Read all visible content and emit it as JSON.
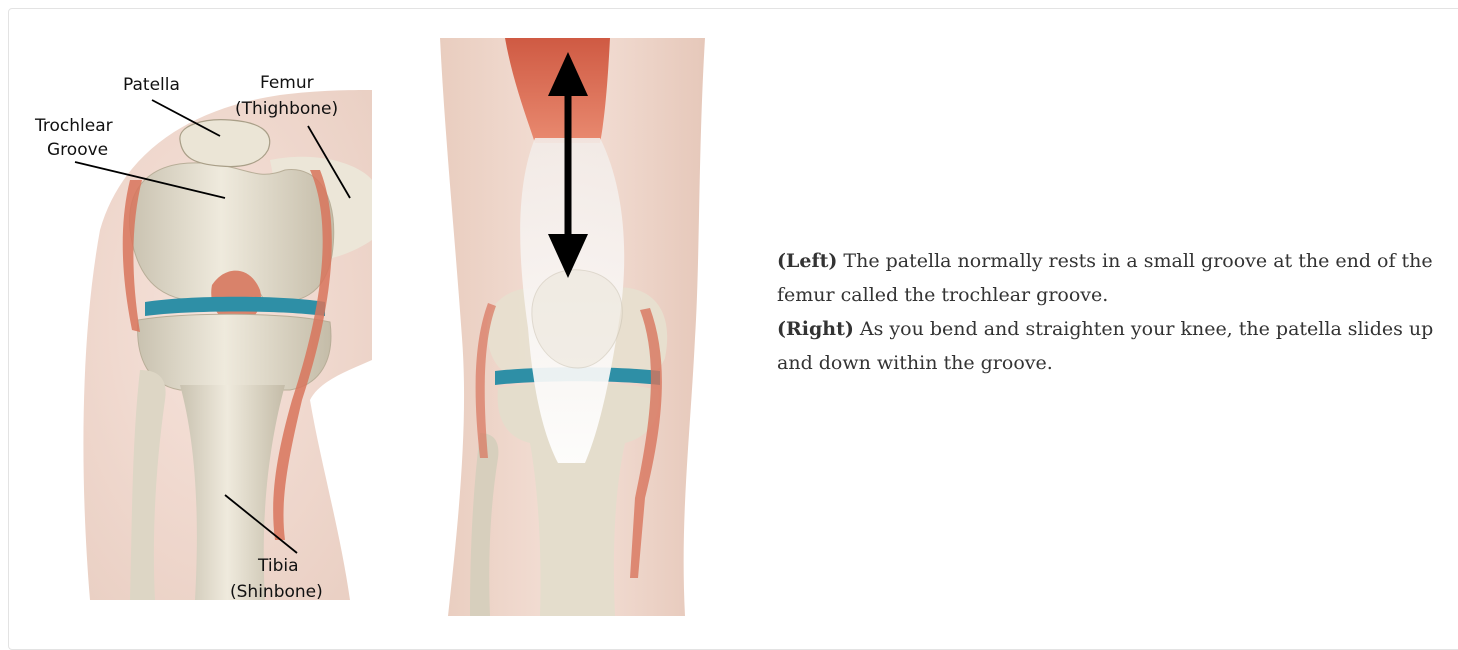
{
  "left_figure": {
    "labels": {
      "patella": "Patella",
      "femur": "Femur",
      "femur_common": "(Thighbone)",
      "trochlear_1": "Trochlear",
      "trochlear_2": "Groove",
      "tibia": "Tibia",
      "tibia_common": "(Shinbone)"
    }
  },
  "caption": {
    "left_tag": "(Left)",
    "left_text": " The patella normally rests in a small groove at the end of the femur called the trochlear groove.",
    "right_tag": "(Right)",
    "right_text": " As you bend and straighten your knee, the patella slides up and down within the groove."
  },
  "colors": {
    "skin": "#f0d6cc",
    "bone": "#e6e0d0",
    "cartilage": "#2e8fa6",
    "muscle": "#d8745c",
    "arrow": "#000000"
  }
}
